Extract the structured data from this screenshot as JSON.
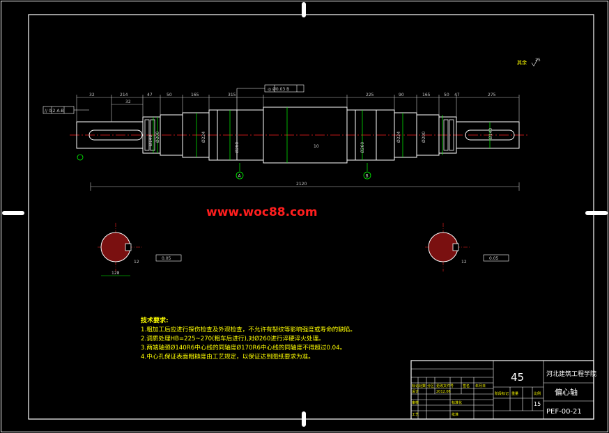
{
  "watermark": "www.woc88.com",
  "roughness_note": "其余",
  "roughness_value": "25",
  "tolerance_frame_top": "◎ Ø0.03 B",
  "tolerance_frame_left": "// 0.2 A-B",
  "top_dimensions": [
    "32",
    "214",
    "47",
    "50",
    "165",
    "315",
    "225",
    "90",
    "165",
    "50",
    "47",
    "275"
  ],
  "secondary_dimension": "32",
  "overall_length": "2120",
  "center_label": "10",
  "diameter_labels": [
    "Ø140",
    "Ø200",
    "Ø224",
    "Ø260",
    "Ø260",
    "Ø224",
    "Ø200",
    "Ø140"
  ],
  "datum_labels": [
    "A",
    "B"
  ],
  "section_labels": [
    {
      "frame": "0.05",
      "depth": "12"
    },
    {
      "frame": "0.05",
      "depth": "12"
    }
  ],
  "section_width": "128",
  "tech_requirements": {
    "title": "技术要求:",
    "items": [
      "1.粗加工后应进行探伤检查及外观检查，不允许有裂纹等影响强度或寿命的缺陷。",
      "2.调质处理HB=225~270(粗车后进行),对Ø260进行淬硬淬火处理。",
      "3.两端轴颈Ø140R6中心线的同轴度Ø170R6中心线的同轴度不得超过0.04。",
      "4.中心孔保证表面粗糙度由工艺规定，以保证达到图纸要求为准。"
    ]
  },
  "title_block": {
    "material": "45",
    "school": "河北建筑工程学院",
    "part_name": "偏心轴",
    "drawing_number": "PEF-00-21",
    "scale": "15",
    "header_cells": [
      "标记",
      "处数",
      "分区",
      "更改文件号",
      "签名",
      "年月日"
    ],
    "date": "2012.06",
    "stage_labels": [
      "阶段标记",
      "重量",
      "比例"
    ],
    "rows": [
      "设计",
      "审核",
      "工艺",
      "标准化",
      "批准"
    ]
  },
  "colors": {
    "background": "#000000",
    "outline": "#ffffff",
    "dimension": "#c8c8c8",
    "centerline": "#ff2020",
    "text": "#ffff00",
    "green": "#00ff00",
    "cyan": "#00ffff",
    "watermark": "#ff1e1e"
  }
}
